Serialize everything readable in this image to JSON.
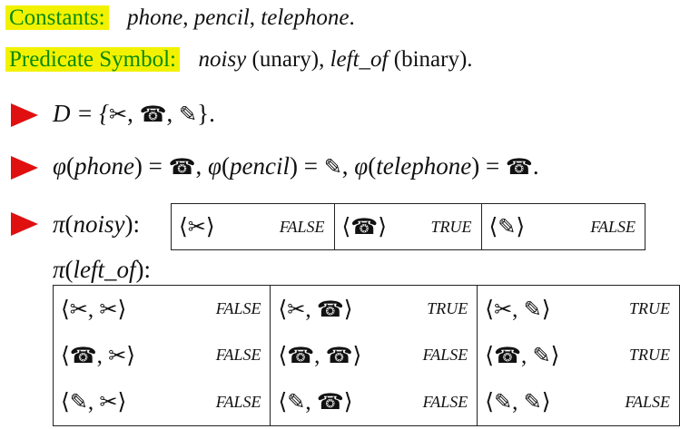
{
  "line1": {
    "label": "Constants:",
    "c1": "phone",
    "sep1": ", ",
    "c2": "pencil",
    "sep2": ", ",
    "c3": "telephone",
    "end": "."
  },
  "line2": {
    "label": "Predicate Symbol:",
    "p1": "noisy",
    "p1_arity": " (unary), ",
    "p2": "left_of",
    "p2_arity": " (binary)."
  },
  "glyphs": {
    "scissors": "✂",
    "telephone": "☎",
    "pencil": "✎"
  },
  "domain": {
    "lhs": "D = {",
    "comma": ", ",
    "close": "}."
  },
  "mapping": {
    "phi": "φ",
    "phone": "phone",
    "pencil": "pencil",
    "telephone": "telephone",
    "open": "(",
    "close_eq": ") = ",
    "comma": ", ",
    "end": "."
  },
  "noisy": {
    "label_pi": "π",
    "label_arg": "noisy",
    "label_tail": "):",
    "cells": [
      {
        "lang": "⟨",
        "item": "✂",
        "rang": "⟩",
        "value": "FALSE"
      },
      {
        "lang": "⟨",
        "item": "☎",
        "rang": "⟩",
        "value": "TRUE"
      },
      {
        "lang": "⟨",
        "item": "✎",
        "rang": "⟩",
        "value": "FALSE"
      }
    ]
  },
  "left_of": {
    "label_pi": "π",
    "label_arg": "left_of",
    "label_tail": "):",
    "rows": [
      [
        {
          "a": "✂",
          "b": "✂",
          "value": "FALSE"
        },
        {
          "a": "✂",
          "b": "☎",
          "value": "TRUE"
        },
        {
          "a": "✂",
          "b": "✎",
          "value": "TRUE"
        }
      ],
      [
        {
          "a": "☎",
          "b": "✂",
          "value": "FALSE"
        },
        {
          "a": "☎",
          "b": "☎",
          "value": "FALSE"
        },
        {
          "a": "☎",
          "b": "✎",
          "value": "TRUE"
        }
      ],
      [
        {
          "a": "✎",
          "b": "✂",
          "value": "FALSE"
        },
        {
          "a": "✎",
          "b": "☎",
          "value": "FALSE"
        },
        {
          "a": "✎",
          "b": "✎",
          "value": "FALSE"
        }
      ]
    ]
  },
  "colors": {
    "highlight": "#f2f200",
    "label_text": "#0a8a0a",
    "bullet": "#e01010"
  }
}
